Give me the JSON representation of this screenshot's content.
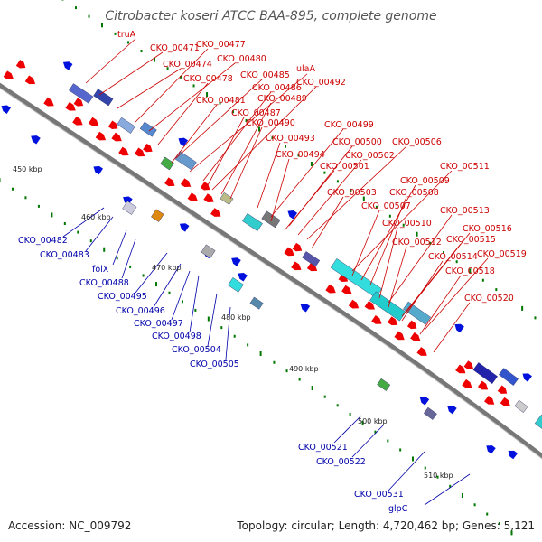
{
  "title": "Citrobacter koseri ATCC BAA-895, complete genome",
  "footer": {
    "accession": "Accession: NC_009792",
    "topology": "Topology: circular; Length: 4,720,462 bp; Genes: 5,121"
  },
  "colors": {
    "forward_label": "#cc0000",
    "reverse_label": "#0000aa",
    "backbone": "#777777",
    "tick": "#006600"
  },
  "scale_labels": [
    "450 kbp",
    "460 kbp",
    "470 kbp",
    "480 kbp",
    "490 kbp",
    "500 kbp",
    "510 kbp"
  ],
  "forward_labels": [
    "truA",
    "CKO_00471",
    "CKO_00474",
    "CKO_00477",
    "CKO_00480",
    "CKO_00478",
    "CKO_00485",
    "ulaA",
    "CKO_00486",
    "CKO_00492",
    "CKO_00481",
    "CKO_00489",
    "CKO_00487",
    "CKO_00490",
    "CKO_00499",
    "CKO_00493",
    "CKO_00500",
    "CKO_00506",
    "CKO_00494",
    "CKO_00502",
    "CKO_00501",
    "CKO_00511",
    "CKO_00509",
    "CKO_00503",
    "CKO_00508",
    "CKO_00507",
    "CKO_00513",
    "CKO_00510",
    "CKO_00516",
    "CKO_00512",
    "CKO_00515",
    "CKO_00514",
    "CKO_00519",
    "CKO_00518",
    "CKO_00520"
  ],
  "reverse_labels": [
    "CKO_00482",
    "CKO_00483",
    "folX",
    "CKO_00488",
    "CKO_00495",
    "CKO_00496",
    "CKO_00497",
    "CKO_00498",
    "CKO_00504",
    "CKO_00505",
    "CKO_00521",
    "CKO_00522",
    "CKO_00531",
    "glpC"
  ]
}
